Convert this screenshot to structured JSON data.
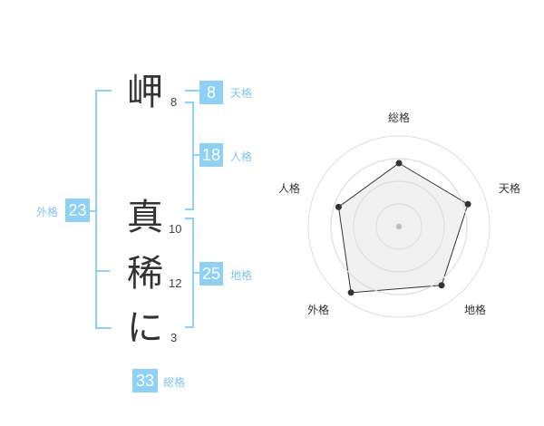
{
  "name": {
    "surname": [
      {
        "char": "岬",
        "strokes": "8"
      }
    ],
    "given": [
      {
        "char": "真",
        "strokes": "10"
      },
      {
        "char": "稀",
        "strokes": "12"
      },
      {
        "char": "に",
        "strokes": "3"
      }
    ]
  },
  "kakusu": {
    "tenkaku": {
      "value": "8",
      "label": "天格"
    },
    "jinkaku": {
      "value": "18",
      "label": "人格"
    },
    "chikaku": {
      "value": "25",
      "label": "地格"
    },
    "gaikaku": {
      "value": "23",
      "label": "外格"
    },
    "soukaku": {
      "value": "33",
      "label": "総格"
    }
  },
  "colors": {
    "accent": "#8fd0f5",
    "accent_text": "#7fc4ee",
    "radar_fill": "#eeeeee",
    "radar_grid": "#dddddd",
    "radar_line": "#333333"
  },
  "chart_data": {
    "type": "radar",
    "axes": [
      "総格",
      "天格",
      "地格",
      "外格",
      "人格"
    ],
    "values": [
      3.5,
      4,
      4,
      4.5,
      3.5
    ],
    "max": 5,
    "rings": 4
  }
}
